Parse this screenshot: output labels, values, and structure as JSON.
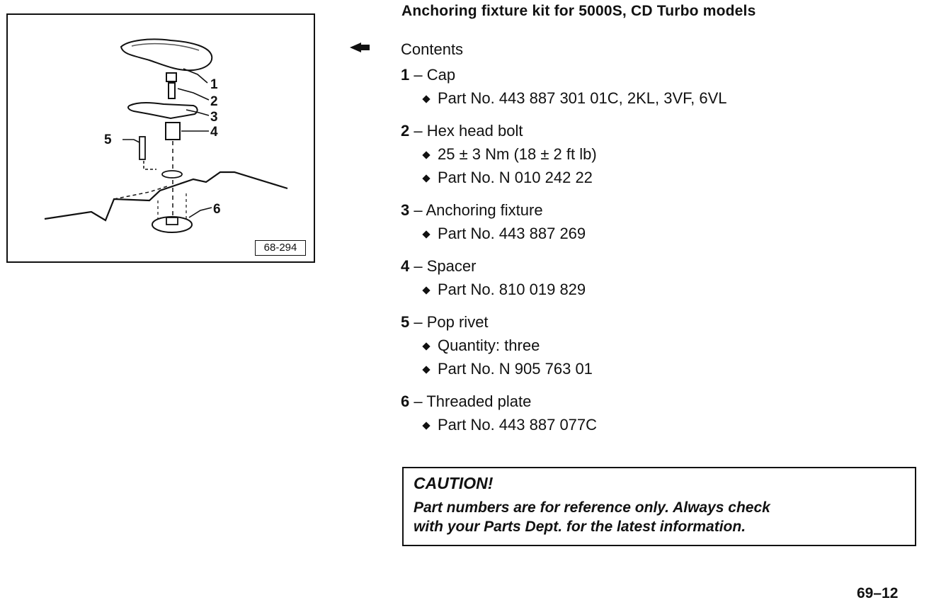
{
  "figure": {
    "callouts": [
      "1",
      "2",
      "3",
      "4",
      "5",
      "6"
    ],
    "figure_id": "68-294"
  },
  "pointer_icon": "pointer-arrow-icon",
  "title": "Anchoring fixture kit for 5000S, CD Turbo models",
  "contents_heading": "Contents",
  "items": [
    {
      "num": "1",
      "sep": " – ",
      "name": "Cap",
      "bullets": [
        "Part No. 443 887 301 01C, 2KL, 3VF, 6VL"
      ]
    },
    {
      "num": "2",
      "sep": " – ",
      "name": "Hex head bolt",
      "bullets": [
        "25 ± 3 Nm (18 ± 2 ft lb)",
        "Part No. N 010 242 22"
      ]
    },
    {
      "num": "3",
      "sep": " – ",
      "name": "Anchoring fixture",
      "bullets": [
        "Part No. 443 887 269"
      ]
    },
    {
      "num": "4",
      "sep": " – ",
      "name": "Spacer",
      "bullets": [
        "Part No. 810 019 829"
      ]
    },
    {
      "num": "5",
      "sep": " – ",
      "name": "Pop rivet",
      "bullets": [
        "Quantity:  three",
        "Part No. N 905 763 01"
      ]
    },
    {
      "num": "6",
      "sep": " – ",
      "name": "Threaded plate",
      "bullets": [
        "Part No. 443 887 077C"
      ]
    }
  ],
  "caution": {
    "title": "CAUTION!",
    "line1": "Part numbers are for reference only.  Always check",
    "line2": "with your Parts Dept. for the latest information."
  },
  "page_number": "69–12"
}
